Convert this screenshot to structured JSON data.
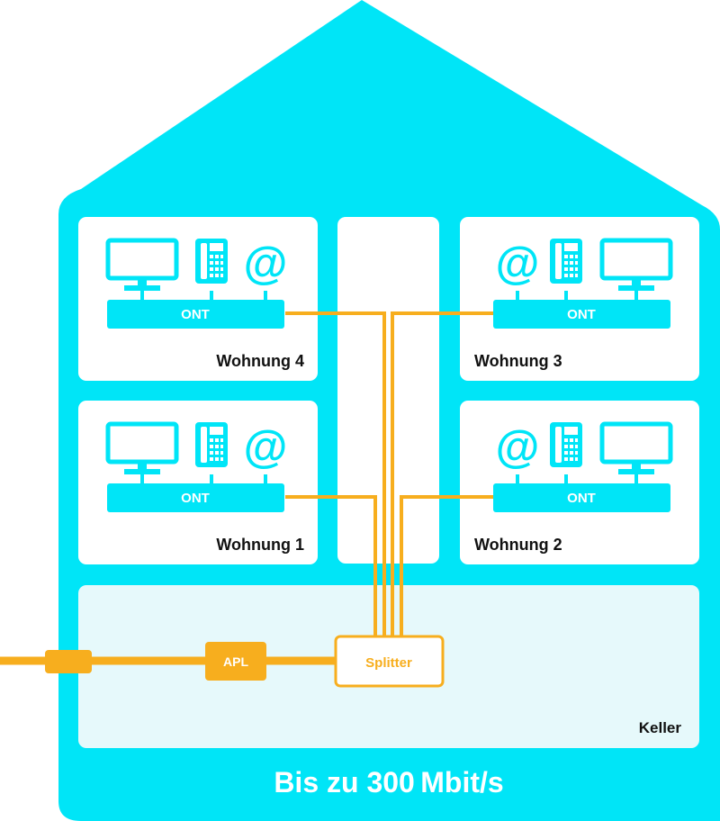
{
  "colors": {
    "house": "#00E5F7",
    "room": "#FFFFFF",
    "basement": "#E6F9FB",
    "fiber": "#F7AE1E",
    "label": "#111111",
    "ont_text": "#FFFFFF"
  },
  "apartments": [
    {
      "name": "Wohnung 4",
      "ont_label": "ONT",
      "side": "left",
      "icons": [
        "monitor-icon",
        "phone-icon",
        "at-icon"
      ]
    },
    {
      "name": "Wohnung 3",
      "ont_label": "ONT",
      "side": "right",
      "icons": [
        "at-icon",
        "phone-icon",
        "monitor-icon"
      ]
    },
    {
      "name": "Wohnung 1",
      "ont_label": "ONT",
      "side": "left",
      "icons": [
        "monitor-icon",
        "phone-icon",
        "at-icon"
      ]
    },
    {
      "name": "Wohnung 2",
      "ont_label": "ONT",
      "side": "right",
      "icons": [
        "at-icon",
        "phone-icon",
        "monitor-icon"
      ]
    }
  ],
  "basement": {
    "name": "Keller",
    "apl_label": "APL",
    "splitter_label": "Splitter"
  },
  "footer": {
    "speed": "Bis zu 300 Mbit/s"
  },
  "icons": {
    "at_glyph": "@"
  }
}
